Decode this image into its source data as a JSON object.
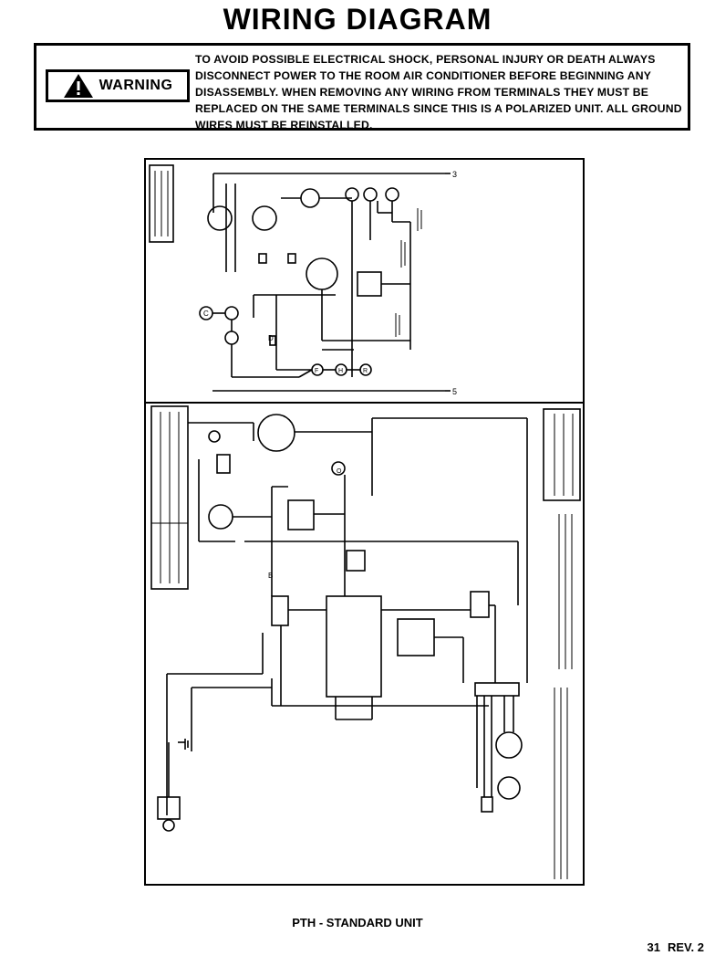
{
  "header": {
    "title": "WIRING DIAGRAM"
  },
  "warning": {
    "badge_label": "WARNING",
    "icon": "warning-triangle-icon",
    "text": "TO AVOID POSSIBLE ELECTRICAL SHOCK, PERSONAL INJURY OR DEATH ALWAYS DISCONNECT POWER TO THE ROOM AIR CONDITIONER BEFORE BEGINNING ANY DISASSEMBLY. WHEN REMOVING ANY WIRING FROM TERMINALS THEY MUST BE REPLACED ON THE SAME TERMINALS SINCE THIS IS A POLARIZED UNIT. ALL GROUND WIRES MUST BE REINSTALLED."
  },
  "diagram": {
    "icon": "wiring-schematic-icon",
    "terminal_labels": {
      "upper_a": "3",
      "upper_b": "5",
      "upper_c": "C",
      "upper_d": "F",
      "upper_e": "H",
      "upper_f": "R"
    },
    "wire_codes": {
      "a": "O",
      "b": "B",
      "c": "D"
    }
  },
  "footer": {
    "caption": "PTH - STANDARD UNIT",
    "page_number": "31",
    "revision": "REV. 2"
  },
  "colors": {
    "ink": "#000000",
    "paper": "#ffffff"
  }
}
